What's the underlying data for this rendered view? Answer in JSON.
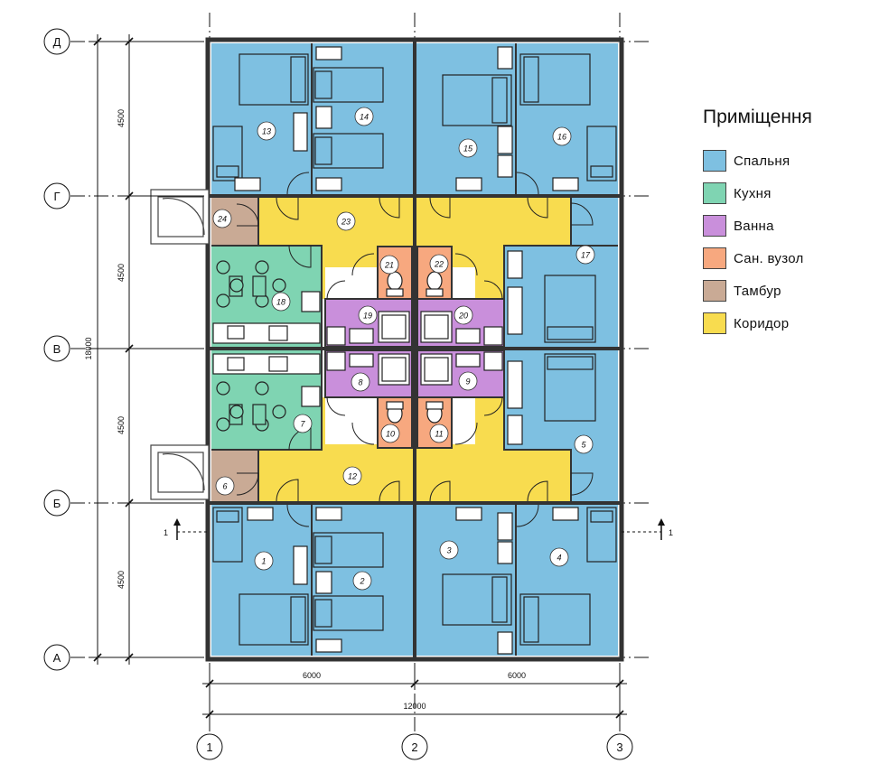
{
  "legend": {
    "title": "Приміщення",
    "items": [
      {
        "label": "Спальня",
        "color": "#7ec0e1"
      },
      {
        "label": "Кухня",
        "color": "#7fd4b2"
      },
      {
        "label": "Ванна",
        "color": "#c98fdb"
      },
      {
        "label": "Сан. вузол",
        "color": "#f7a87f"
      },
      {
        "label": "Тамбур",
        "color": "#c9aa95"
      },
      {
        "label": "Коридор",
        "color": "#f8dc4f"
      }
    ]
  },
  "grid_axes": {
    "rows": [
      "Д",
      "Г",
      "В",
      "Б",
      "А"
    ],
    "columns": [
      "1",
      "2",
      "3"
    ]
  },
  "dimensions": {
    "row_spans": [
      "4500",
      "4500",
      "4500",
      "4500"
    ],
    "total_height": "18000",
    "column_spans": [
      "6000",
      "6000"
    ],
    "total_width": "12000"
  },
  "section_marker": {
    "left": "1",
    "right": "1"
  },
  "rooms": [
    {
      "num": "1",
      "type": "bedroom"
    },
    {
      "num": "2",
      "type": "bedroom"
    },
    {
      "num": "3",
      "type": "bedroom"
    },
    {
      "num": "4",
      "type": "bedroom"
    },
    {
      "num": "5",
      "type": "bedroom"
    },
    {
      "num": "6",
      "type": "vestibule"
    },
    {
      "num": "7",
      "type": "kitchen"
    },
    {
      "num": "8",
      "type": "bath"
    },
    {
      "num": "9",
      "type": "bath"
    },
    {
      "num": "10",
      "type": "wc"
    },
    {
      "num": "11",
      "type": "wc"
    },
    {
      "num": "12",
      "type": "corridor"
    },
    {
      "num": "13",
      "type": "bedroom"
    },
    {
      "num": "14",
      "type": "bedroom"
    },
    {
      "num": "15",
      "type": "bedroom"
    },
    {
      "num": "16",
      "type": "bedroom"
    },
    {
      "num": "17",
      "type": "bedroom"
    },
    {
      "num": "18",
      "type": "kitchen"
    },
    {
      "num": "19",
      "type": "bath"
    },
    {
      "num": "20",
      "type": "bath"
    },
    {
      "num": "21",
      "type": "wc"
    },
    {
      "num": "22",
      "type": "wc"
    },
    {
      "num": "23",
      "type": "corridor"
    },
    {
      "num": "24",
      "type": "vestibule"
    }
  ]
}
